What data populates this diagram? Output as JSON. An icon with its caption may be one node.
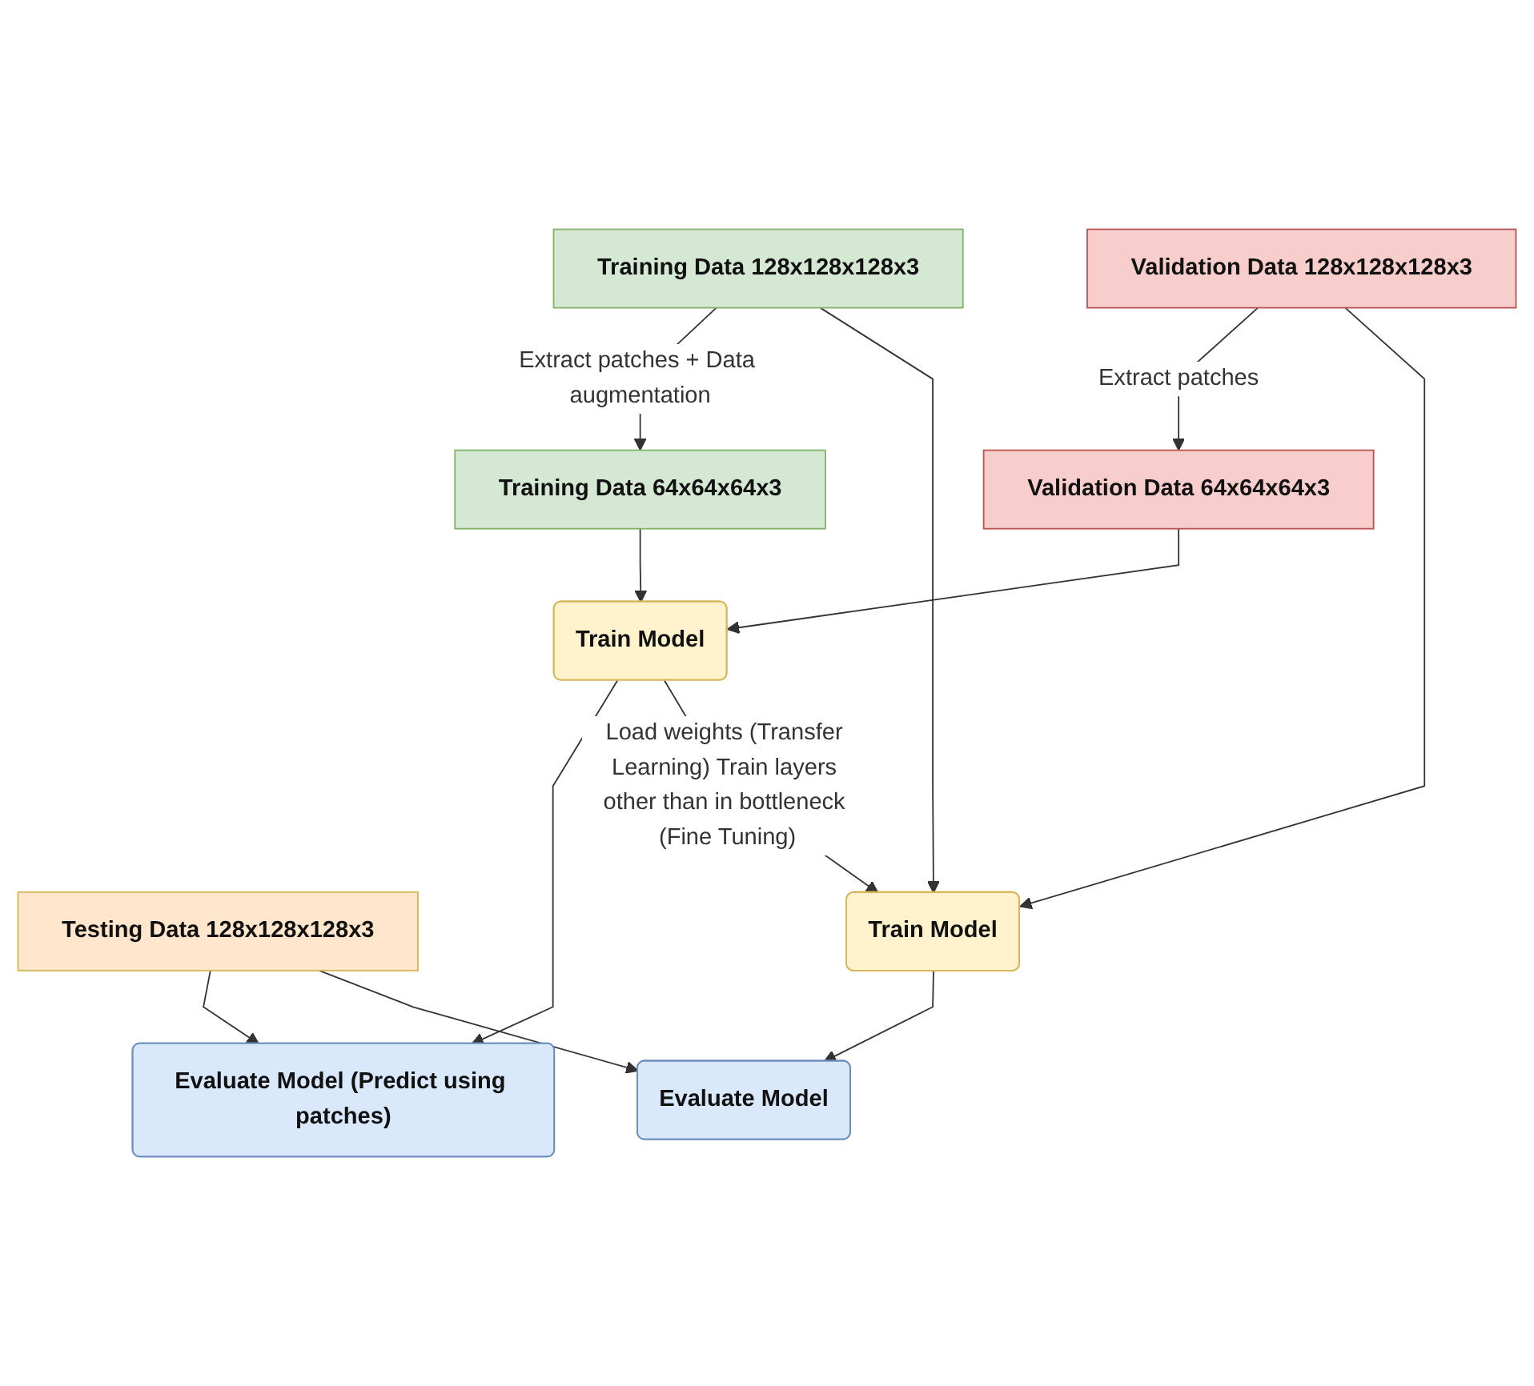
{
  "diagram": {
    "nodes": [
      {
        "text": [
          "Training Data 128x128x128x3"
        ]
      },
      {
        "text": [
          "Validation Data 128x128x128x3"
        ]
      },
      {
        "text": [
          "Testing Data 128x128x128x3"
        ]
      },
      {
        "text": [
          "Training Data 64x64x64x3"
        ]
      },
      {
        "text": [
          "Validation Data 64x64x64x3"
        ]
      },
      {
        "text": [
          "Train Model"
        ]
      },
      {
        "text": [
          "Evaluate Model (Predict using patches)"
        ]
      },
      {
        "text": [
          "Train Model"
        ]
      },
      {
        "text": [
          "Evaluate Model"
        ]
      }
    ],
    "edges": [
      {
        "from": 0,
        "to": 3,
        "arrow": "to",
        "label": "Extract patches + Data augmentation"
      },
      {
        "from": 1,
        "to": 4,
        "arrow": "to",
        "label": "Extract patches"
      },
      {
        "from": 3,
        "to": 5,
        "arrow": "to"
      },
      {
        "from": 4,
        "to": 5,
        "arrow": "to"
      },
      {
        "from": 2,
        "to": 6,
        "arrow": "to"
      },
      {
        "from": 5,
        "to": 6,
        "arrow": "to"
      },
      {
        "from": 5,
        "to": 7,
        "arrow": "to",
        "label": "Load weights (Transfer Learning) Train layers other than in bottleneck (Fine Tuning)"
      },
      {
        "from": 0,
        "to": 7,
        "arrow": "to"
      },
      {
        "from": 1,
        "to": 7,
        "arrow": "to"
      },
      {
        "from": 7,
        "to": 8,
        "arrow": "to"
      },
      {
        "from": 2,
        "to": 8,
        "arrow": "to"
      }
    ]
  }
}
